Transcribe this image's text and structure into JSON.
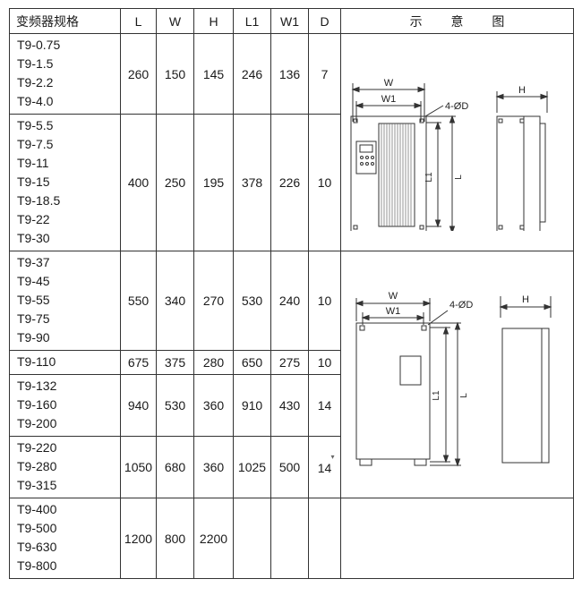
{
  "headers": {
    "model": "变频器规格",
    "l": "L",
    "w": "W",
    "h": "H",
    "l1": "L1",
    "w1": "W1",
    "d": "D",
    "diagram": "示 意 图"
  },
  "rows": [
    {
      "models": [
        "T9-0.75",
        "T9-1.5",
        "T9-2.2",
        "T9-4.0"
      ],
      "L": "260",
      "W": "150",
      "H": "145",
      "L1": "246",
      "W1": "136",
      "D": "7"
    },
    {
      "models": [
        "T9-5.5",
        "T9-7.5",
        "T9-11",
        "T9-15",
        "T9-18.5",
        "T9-22",
        "T9-30"
      ],
      "L": "400",
      "W": "250",
      "H": "195",
      "L1": "378",
      "W1": "226",
      "D": "10"
    },
    {
      "models": [
        "T9-37",
        "T9-45",
        "T9-55",
        "T9-75",
        "T9-90"
      ],
      "L": "550",
      "W": "340",
      "H": "270",
      "L1": "530",
      "W1": "240",
      "D": "10"
    },
    {
      "models": [
        "T9-110"
      ],
      "L": "675",
      "W": "375",
      "H": "280",
      "L1": "650",
      "W1": "275",
      "D": "10"
    },
    {
      "models": [
        "T9-132",
        "T9-160",
        "T9-200"
      ],
      "L": "940",
      "W": "530",
      "H": "360",
      "L1": "910",
      "W1": "430",
      "D": "14"
    },
    {
      "models": [
        "T9-220",
        "T9-280",
        "T9-315"
      ],
      "L": "1050",
      "W": "680",
      "H": "360",
      "L1": "1025",
      "W1": "500",
      "D": "14"
    },
    {
      "models": [
        "T9-400",
        "T9-500",
        "T9-630",
        "T9-800"
      ],
      "L": "1200",
      "W": "800",
      "H": "2200",
      "L1": "",
      "W1": "",
      "D": ""
    }
  ],
  "diagram_labels": {
    "w": "W",
    "w1": "W1",
    "hole": "4-ØD",
    "h": "H",
    "l1": "L1",
    "l": "L"
  }
}
